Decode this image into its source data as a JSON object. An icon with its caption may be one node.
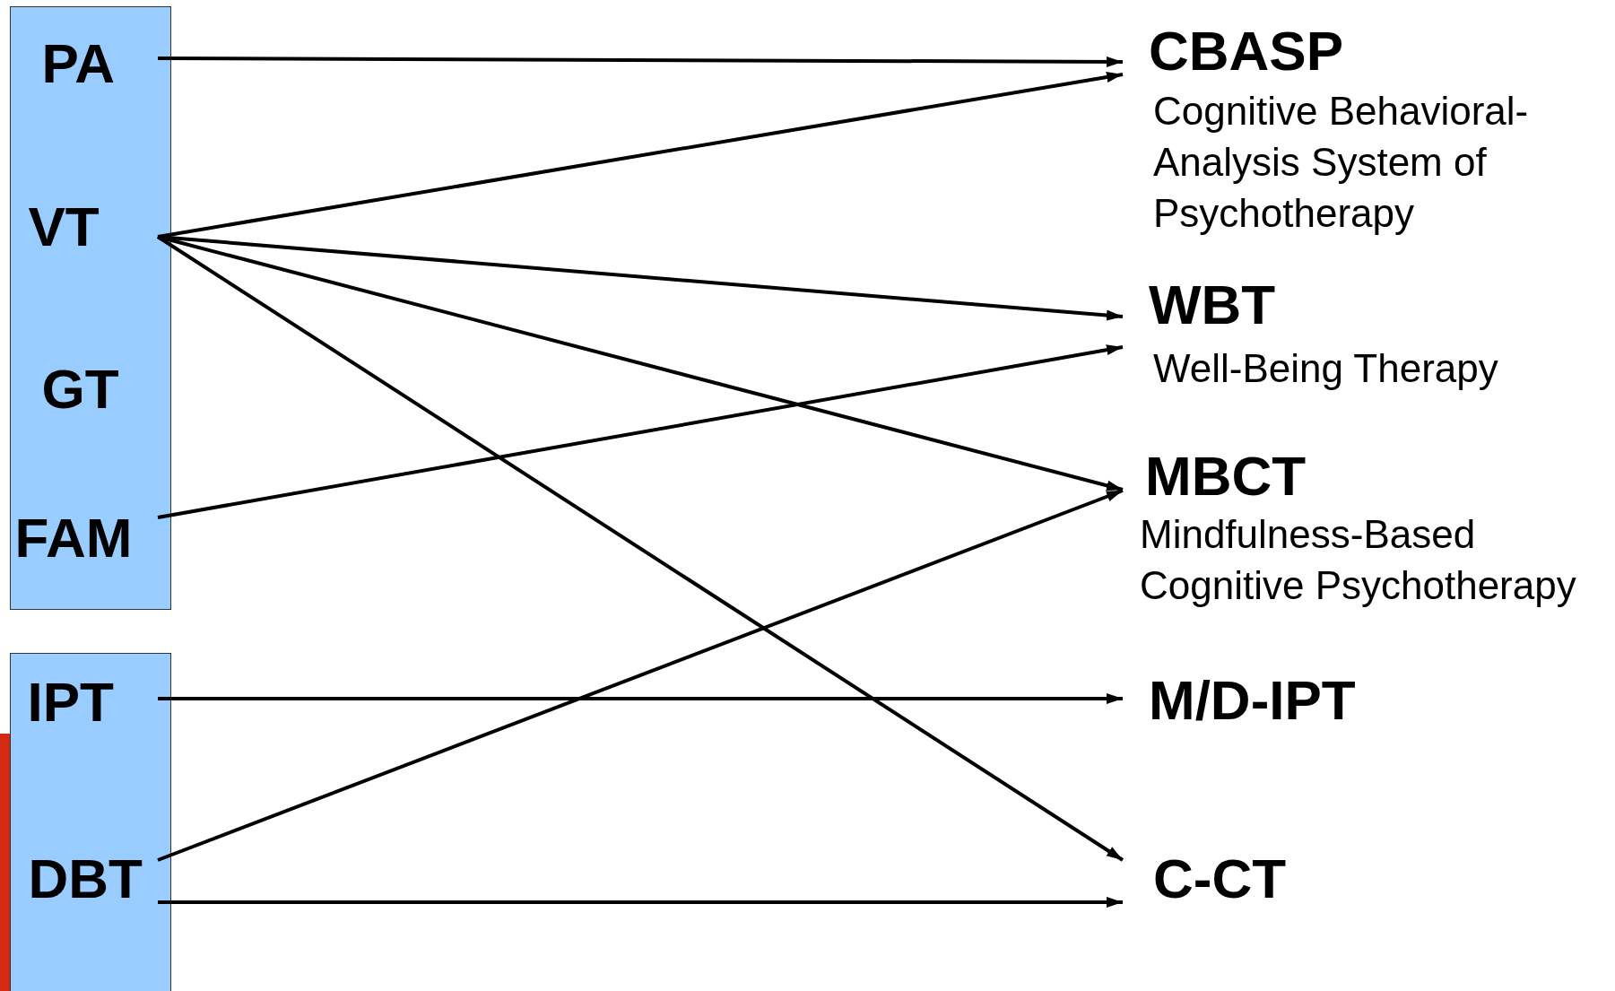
{
  "diagram": {
    "nodes": [
      {
        "text": [],
        "shape": "box"
      },
      {
        "text": [
          "PA"
        ],
        "in": 0
      },
      {
        "text": [
          "VT"
        ],
        "in": 0
      },
      {
        "text": [
          "GT"
        ],
        "in": 0
      },
      {
        "text": [
          "FAM"
        ],
        "in": 0
      },
      {
        "text": [],
        "shape": "box"
      },
      {
        "text": [
          "IPT"
        ],
        "in": 5
      },
      {
        "text": [
          "DBT"
        ],
        "in": 5
      },
      {
        "text": [
          "CBASP",
          "Cognitive Behavioral- Analysis System of Psychotherapy"
        ]
      },
      {
        "text": [
          "WBT",
          "Well-Being Therapy"
        ]
      },
      {
        "text": [
          "MBCT",
          "Mindfulness-Based Cognitive Psychotherapy"
        ]
      },
      {
        "text": [
          "M/D-IPT"
        ]
      },
      {
        "text": [
          "C-CT"
        ]
      }
    ],
    "edges": [
      {
        "from": 1,
        "to": 8,
        "arrow": "to"
      },
      {
        "from": 2,
        "to": 8,
        "arrow": "to"
      },
      {
        "from": 2,
        "to": 9,
        "arrow": "to"
      },
      {
        "from": 2,
        "to": 10,
        "arrow": "to"
      },
      {
        "from": 2,
        "to": 12,
        "arrow": "to"
      },
      {
        "from": 4,
        "to": 9,
        "arrow": "to"
      },
      {
        "from": 6,
        "to": 11,
        "arrow": "to"
      },
      {
        "from": 7,
        "to": 10,
        "arrow": "to"
      },
      {
        "from": 7,
        "to": 12,
        "arrow": "to"
      }
    ]
  }
}
